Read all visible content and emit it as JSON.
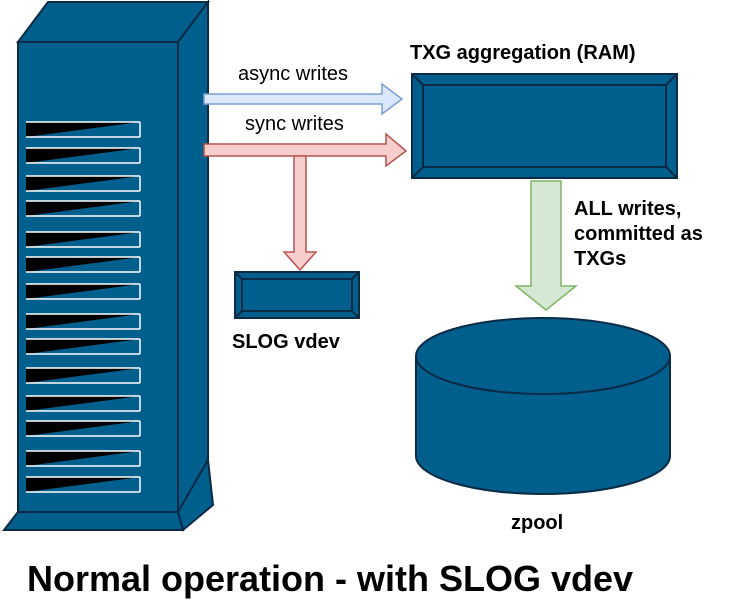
{
  "labels": {
    "async_writes": "async writes",
    "sync_writes": "sync writes",
    "txg_aggregation": "TXG aggregation (RAM)",
    "all_writes_line1": "ALL writes,",
    "all_writes_line2": "committed as",
    "all_writes_line3": "TXGs",
    "slog_vdev": "SLOG vdev",
    "zpool": "zpool"
  },
  "caption": "Normal operation - with SLOG vdev",
  "colors": {
    "device_fill": "#005f8c",
    "device_stroke": "#0b2a45",
    "async_arrow_fill": "#dbe8fb",
    "async_arrow_stroke": "#7a9fd6",
    "sync_arrow_fill": "#f8cecc",
    "sync_arrow_stroke": "#b85450",
    "commit_arrow_fill": "#d5e8d4",
    "commit_arrow_stroke": "#82b366",
    "slot_fill": "#000000",
    "slot_line": "#ffffff"
  }
}
